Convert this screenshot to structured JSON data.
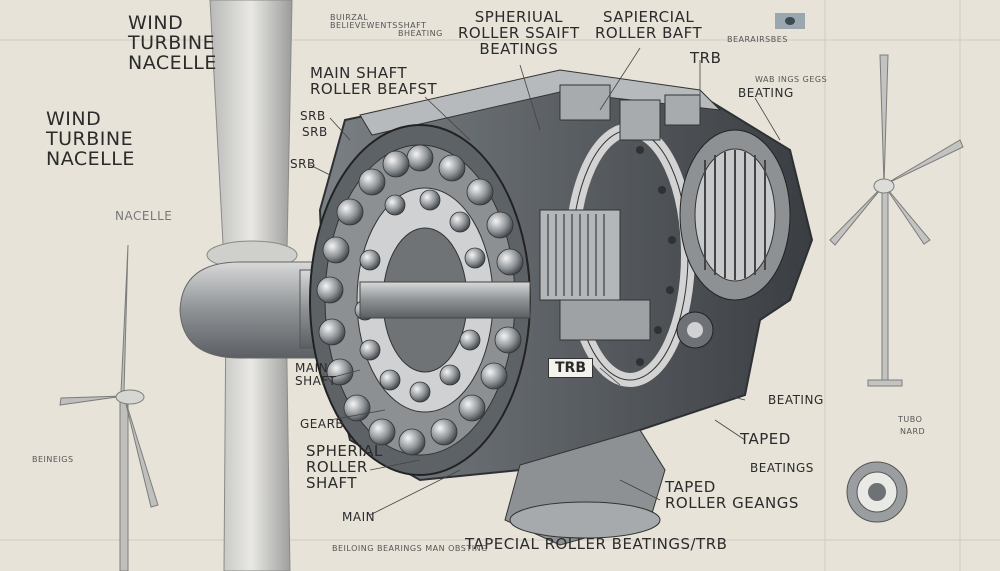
{
  "labels": {
    "wind_turbine_nacelle_1": [
      "WIND",
      "TURBINE",
      "NACELLE"
    ],
    "wind_turbine_nacelle_2": [
      "WIND",
      "TURBINE",
      "NACELLE"
    ],
    "nacelle": "NACELLE",
    "spherial_roller": [
      "SPHERIUAL",
      "ROLLER SSAIFT",
      "BEATINGS"
    ],
    "sapercial_roller": [
      "SAPIERCIAL",
      "ROLLER BAFT"
    ],
    "main_shaft_roller": [
      "MAIN SHAFT",
      "ROLLER BEAFST"
    ],
    "srb_1": "SRB",
    "srb_2": "SRB",
    "srb_3": "SRB",
    "trb_top": "TRB",
    "beating_top": "BEATING",
    "trb_center": "TRB",
    "main_shaft": [
      "MAIN",
      "SHAFT"
    ],
    "gearb": "GEARB",
    "spherial_roller_shaft": [
      "SPHERIAL",
      "ROLLER",
      "SHAFT"
    ],
    "main": "MAIN",
    "beating_right": "BEATING",
    "taped_1": "TAPED",
    "beatings_right": "BEATINGS",
    "taped_roller": [
      "TAPED",
      "ROLLER GEANGS"
    ],
    "bottom_caption": "TAPECIAL ROLLER BEATINGS/TRB",
    "small_top_left": [
      "BUIRZAL",
      "BELIEVEWENTS"
    ],
    "small_top_shaft": [
      "SHAFT",
      "BHEATING"
    ],
    "small_top_right": "BEARAIRSBES",
    "small_wabings": "WAB INGS GEGS",
    "small_turbo": "TUBO",
    "small_narb": "NARD",
    "small_bottom_left": "BEINEIGS",
    "small_bottom_strip": "BEILOING BEARINGS MAN OBSTING"
  },
  "colors": {
    "paper": "#e7e3d9",
    "metal": "#a9adb0",
    "dark_metal": "#4a4f53",
    "ink": "#2b2b2b"
  }
}
